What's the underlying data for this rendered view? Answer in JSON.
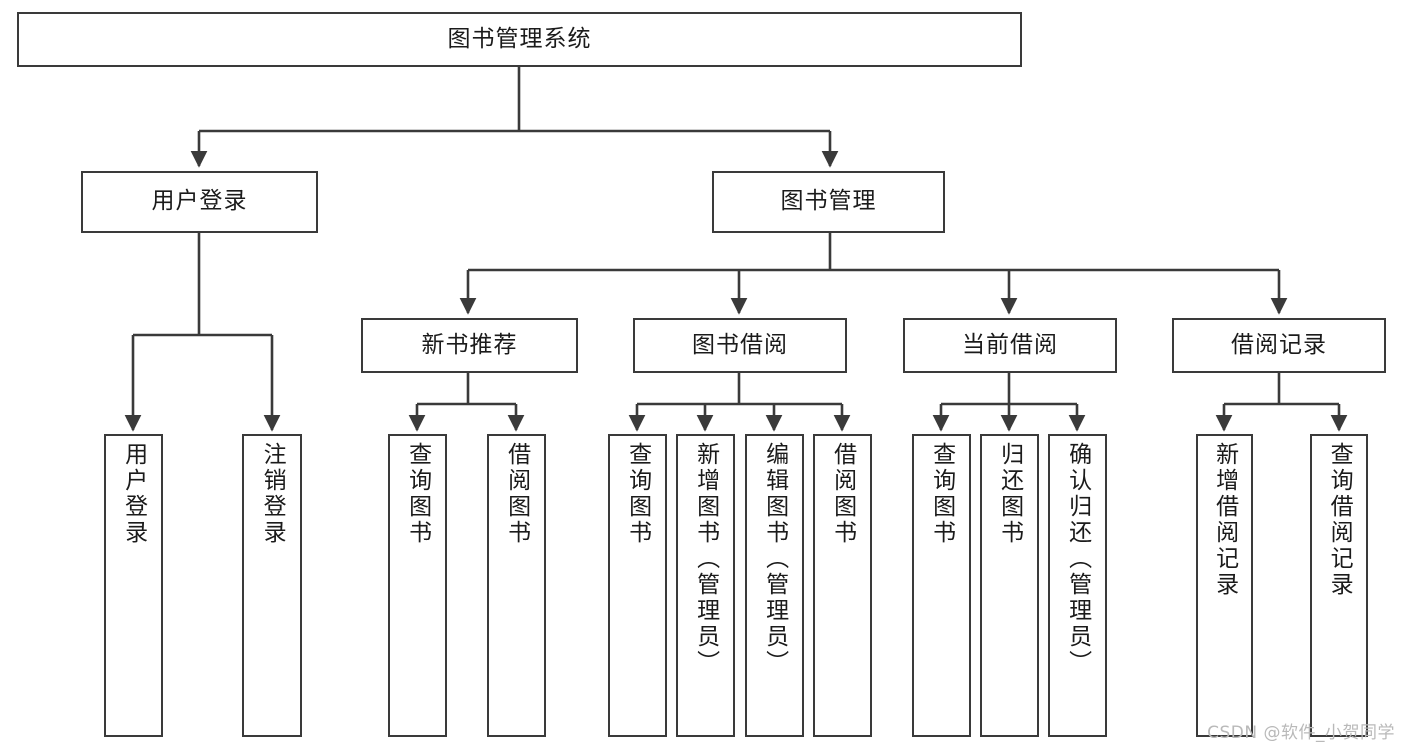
{
  "diagram": {
    "type": "tree",
    "title": "图书管理系统",
    "orientation": "top-down",
    "colors": {
      "box_border": "#3a3a3a",
      "box_fill": "#ffffff",
      "line": "#3a3a3a",
      "text": "#1b1b1b",
      "watermark": "#b9b9b9"
    },
    "root": {
      "id": "root",
      "label": "图书管理系统"
    },
    "level1": [
      {
        "id": "user-login",
        "label": "用户登录"
      },
      {
        "id": "book-management",
        "label": "图书管理"
      }
    ],
    "level2": [
      {
        "id": "new-book-recommend",
        "label": "新书推荐",
        "parent": "book-management"
      },
      {
        "id": "book-borrow",
        "label": "图书借阅",
        "parent": "book-management"
      },
      {
        "id": "current-borrow",
        "label": "当前借阅",
        "parent": "book-management"
      },
      {
        "id": "borrow-record",
        "label": "借阅记录",
        "parent": "book-management"
      }
    ],
    "leaves": {
      "user_login": [
        {
          "id": "leaf-user-login",
          "label": "用户登录"
        },
        {
          "id": "leaf-logout",
          "label": "注销登录"
        }
      ],
      "new_book_recommend": [
        {
          "id": "leaf-query-book-1",
          "label": "查询图书"
        },
        {
          "id": "leaf-borrow-book-1",
          "label": "借阅图书"
        }
      ],
      "book_borrow": [
        {
          "id": "leaf-query-book-2",
          "label": "查询图书"
        },
        {
          "id": "leaf-add-book",
          "label": "新增图书（管理员）"
        },
        {
          "id": "leaf-edit-book",
          "label": "编辑图书（管理员）"
        },
        {
          "id": "leaf-borrow-book-2",
          "label": "借阅图书"
        }
      ],
      "current_borrow": [
        {
          "id": "leaf-query-book-3",
          "label": "查询图书"
        },
        {
          "id": "leaf-return-book",
          "label": "归还图书"
        },
        {
          "id": "leaf-confirm-return",
          "label": "确认归还（管理员）"
        }
      ],
      "borrow_record": [
        {
          "id": "leaf-add-record",
          "label": "新增借阅记录"
        },
        {
          "id": "leaf-query-record",
          "label": "查询借阅记录"
        }
      ]
    }
  },
  "watermark": {
    "text": "CSDN @软件_小贺同学"
  }
}
